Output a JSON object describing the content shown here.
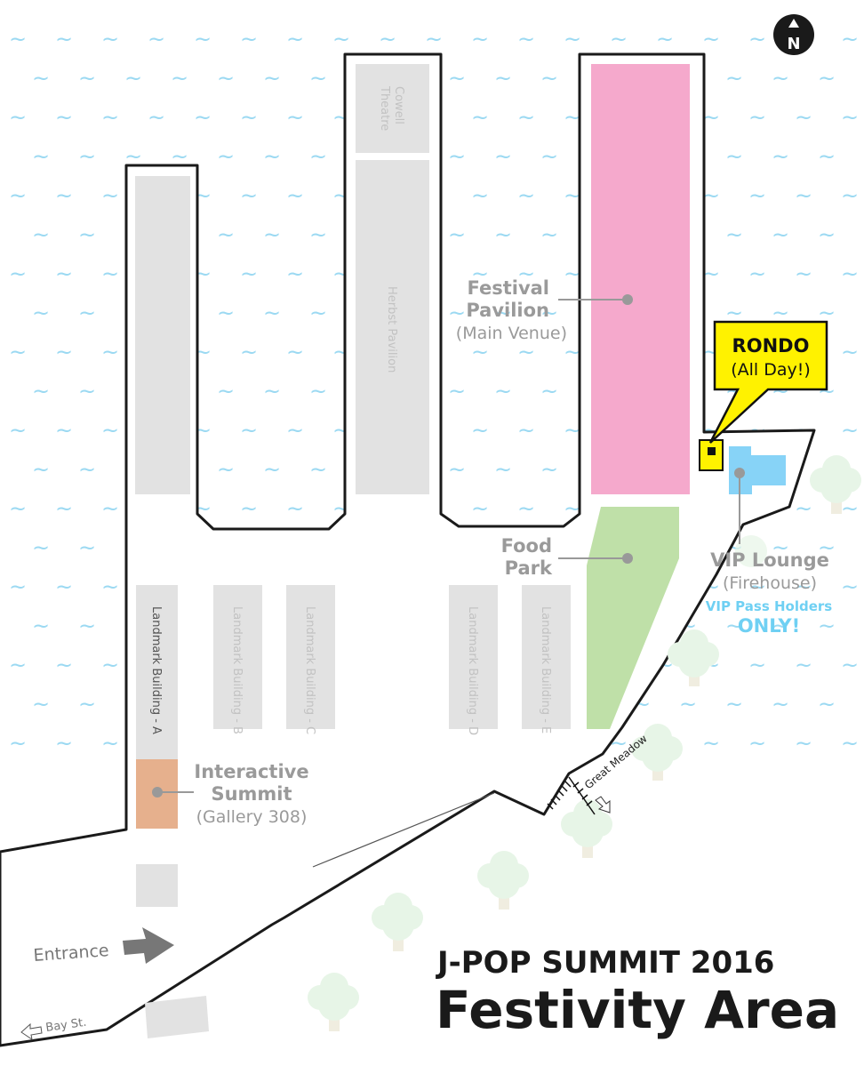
{
  "buildings": {
    "cowell": [
      "Cowell",
      "Theatre"
    ],
    "herbst": "Herbst Pavilion",
    "landmark_a": "Landmark Building - A",
    "landmark_b": "Landmark Building - B",
    "landmark_c": "Landmark Building - C",
    "landmark_d": "Landmark Building - D",
    "landmark_e": "Landmark Building - E"
  },
  "places": {
    "festival_pavilion": {
      "title_line1": "Festival",
      "title_line2": "Pavilion",
      "subtitle": "(Main Venue)"
    },
    "food_park": {
      "title_line1": "Food",
      "title_line2": "Park"
    },
    "vip_lounge": {
      "title": "VIP Lounge",
      "subtitle": "(Firehouse)",
      "note_line1": "VIP Pass Holders",
      "note_line2": "ONLY!"
    },
    "interactive_summit": {
      "title_line1": "Interactive",
      "title_line2": "Summit",
      "subtitle": "(Gallery 308)"
    }
  },
  "rondo": {
    "title": "RONDO",
    "subtitle": "(All Day!)"
  },
  "labels": {
    "entrance": "Entrance",
    "bay_st": "Bay St.",
    "great_meadow": "Great Meadow",
    "north": "N"
  },
  "header": {
    "line1": "J-POP SUMMIT 2016",
    "line2": "Festivity Area"
  },
  "colors": {
    "water": "#9bd9f2",
    "festival_pavilion": "#f5a9cc",
    "food_park": "#bfe0a8",
    "vip_lounge": "#87d3f7",
    "interactive_summit": "#e6b08d",
    "rondo": "#fff200",
    "building": "#e2e2e2",
    "tree": "#e7f5e7"
  }
}
